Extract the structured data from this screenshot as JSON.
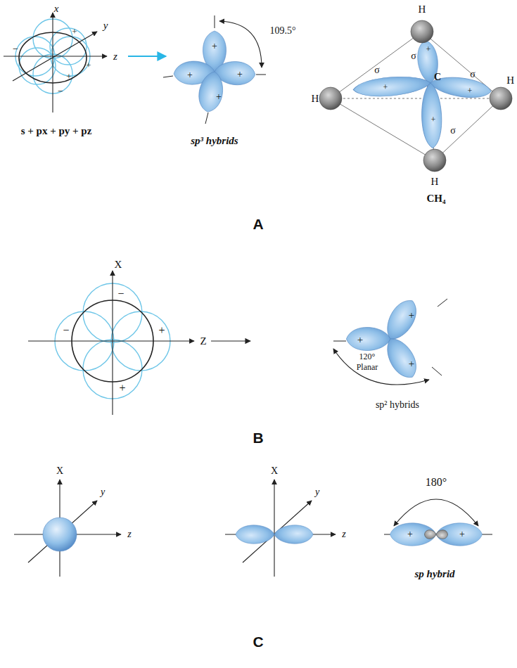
{
  "diagram": {
    "labels": [
      "x",
      "y",
      "z",
      "+",
      "−",
      "+",
      "+",
      "−",
      "s + px + py + pz",
      "109.5°",
      "+",
      "+",
      "+",
      "+",
      "sp³ hybrids",
      "H",
      "H",
      "H",
      "H",
      "σ",
      "σ",
      "σ",
      "σ",
      "C",
      "+",
      "+",
      "+",
      "+",
      "CH₄",
      "A",
      "X",
      "Z",
      "−",
      "−",
      "+",
      "+",
      "+",
      "+",
      "+",
      "120°",
      "Planar",
      "sp² hybrids",
      "B",
      "X",
      "y",
      "z",
      "X",
      "y",
      "z",
      "180°",
      "+",
      "+",
      "sp hybrid",
      "C"
    ]
  }
}
